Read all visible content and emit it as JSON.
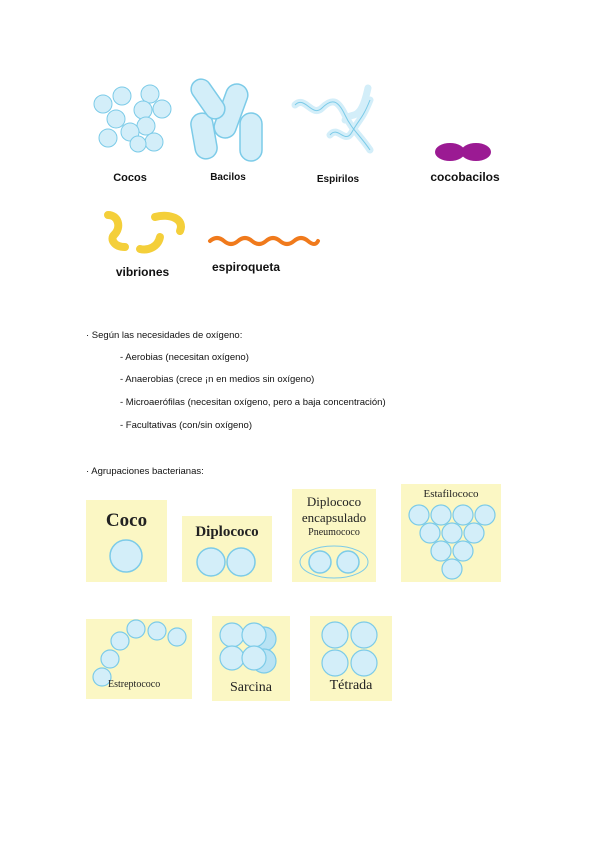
{
  "morphologies": {
    "cocos": "Cocos",
    "bacilos": "Bacilos",
    "espirilos": "Espirilos",
    "cocobacilos": "cocobacilos",
    "vibriones": "vibriones",
    "espiroqueta": "espiroqueta"
  },
  "oxygen": {
    "heading": "· Según las necesidades de oxígeno:",
    "items": [
      "- Aerobias (necesitan oxígeno)",
      "- Anaerobias (crece ¡n en medios sin oxígeno)",
      "- Microaerófilas (necesitan oxígeno, pero a baja concentración)",
      "- Facultativas (con/sin oxígeno)"
    ]
  },
  "groupings": {
    "heading": "· Agrupaciones bacterianas:",
    "coco": "Coco",
    "diplococo": "Diplococo",
    "diplococo_encapsulado_1": "Diplococo",
    "diplococo_encapsulado_2": "encapsulado",
    "pneumococo": "Pneumococo",
    "estafilococo": "Estafilococo",
    "estreptococo": "Estreptococo",
    "sarcina": "Sarcina",
    "tetrada": "Tétrada"
  },
  "colors": {
    "cell_fill": "#d3eef9",
    "cell_stroke": "#7ccbe8",
    "panel_bg": "#fbf7c4",
    "cocobacilo": "#9b1a93",
    "vibrion": "#f4cf3a",
    "espiroqueta": "#f07a1c"
  }
}
